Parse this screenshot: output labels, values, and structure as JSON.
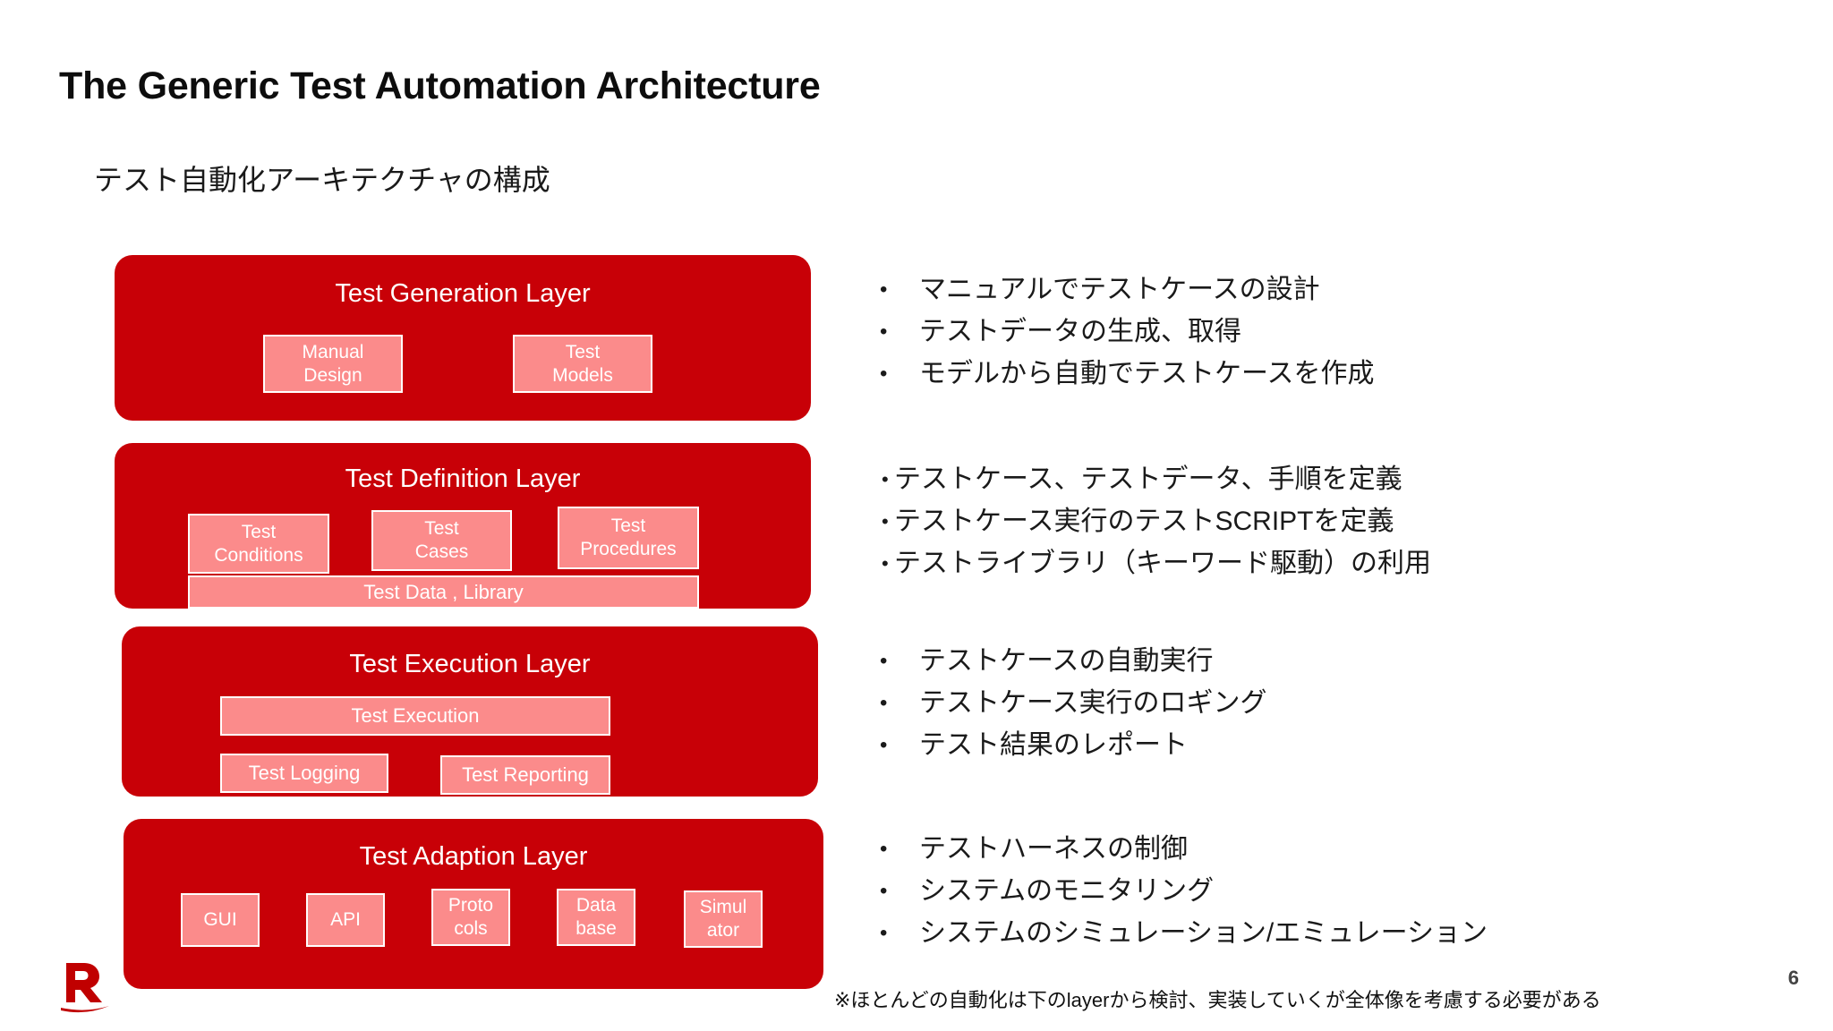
{
  "slide": {
    "title": "The Generic Test Automation Architecture",
    "subtitle": "テスト自動化アーキテクチャの構成",
    "page_number": "6",
    "footnote": "※ほとんどの自動化は下のlayerから検討、実装していくが全体像を考慮する必要がある",
    "accent_color": "#C80007",
    "subbox_color": "#FB8B8B",
    "logo_name": "rakuten-r-logo"
  },
  "layers": [
    {
      "title": "Test Generation Layer",
      "boxes": [
        {
          "label": "Manual\nDesign"
        },
        {
          "label": "Test\nModels"
        }
      ]
    },
    {
      "title": "Test Definition Layer",
      "boxes": [
        {
          "label": "Test\nConditions"
        },
        {
          "label": "Test\nCases"
        },
        {
          "label": "Test\nProcedures"
        },
        {
          "label": "Test Data , Library"
        }
      ]
    },
    {
      "title": "Test Execution Layer",
      "boxes": [
        {
          "label": "Test Execution"
        },
        {
          "label": "Test Logging"
        },
        {
          "label": "Test Reporting"
        }
      ]
    },
    {
      "title": "Test Adaption Layer",
      "boxes": [
        {
          "label": "GUI"
        },
        {
          "label": "API"
        },
        {
          "label": "Proto\ncols"
        },
        {
          "label": "Data\nbase"
        },
        {
          "label": "Simul\nator"
        }
      ]
    }
  ],
  "bullet_groups": [
    {
      "style": "spaced",
      "marker": "•",
      "items": [
        "マニュアルでテストケースの設計",
        "テストデータの生成、取得",
        "モデルから自動でテストケースを作成"
      ]
    },
    {
      "style": "tight",
      "marker": "•",
      "items": [
        "テストケース、テストデータ、手順を定義",
        "テストケース実行のテストSCRIPTを定義",
        "テストライブラリ（キーワード駆動）の利用"
      ]
    },
    {
      "style": "spaced",
      "marker": "•",
      "items": [
        "テストケースの自動実行",
        "テストケース実行のロギング",
        "テスト結果のレポート"
      ]
    },
    {
      "style": "spaced",
      "marker": "•",
      "items": [
        "テストハーネスの制御",
        "システムのモニタリング",
        "システムのシミュレーション/エミュレーション"
      ]
    }
  ]
}
